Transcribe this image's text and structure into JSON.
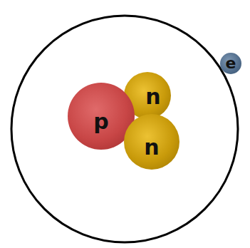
{
  "diagram": {
    "nodes": [
      {
        "text": [
          "n"
        ]
      },
      {
        "text": [
          "p"
        ]
      },
      {
        "text": [
          "n"
        ]
      },
      {
        "text": [
          "e"
        ]
      }
    ]
  }
}
